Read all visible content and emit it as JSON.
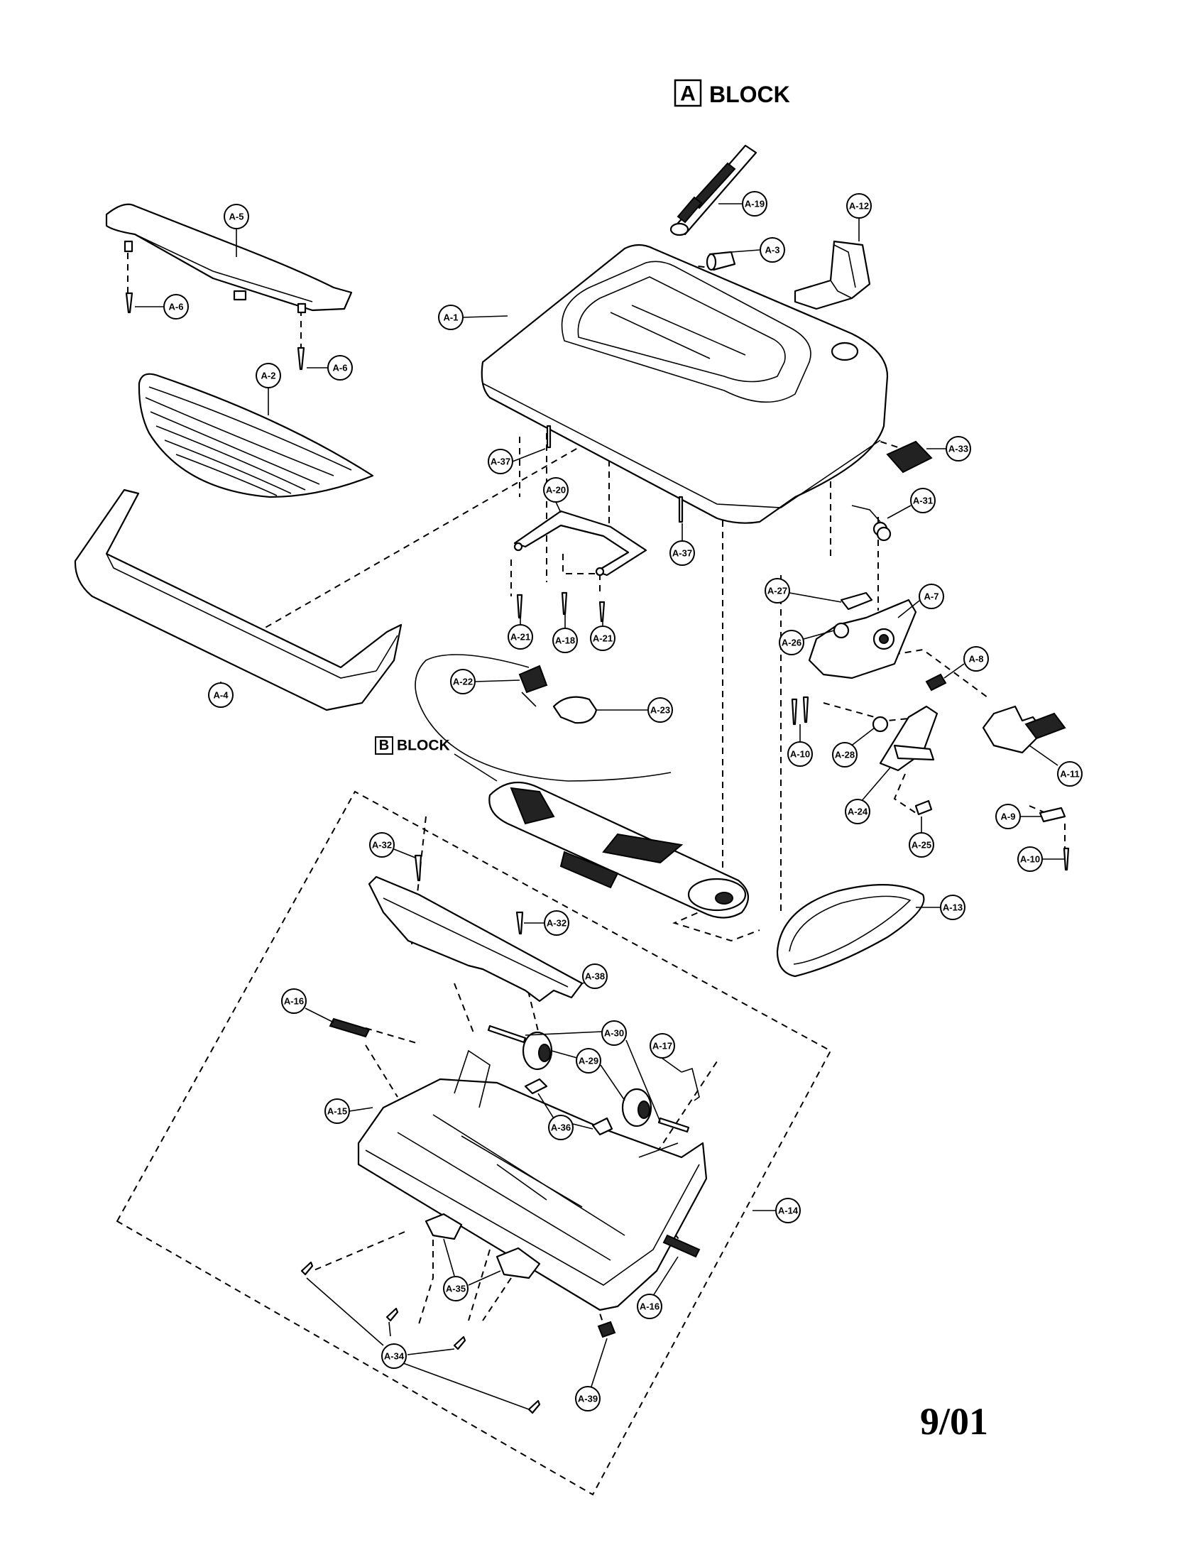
{
  "titles": {
    "a_block": {
      "letter": "A",
      "label": "BLOCK"
    },
    "b_block": {
      "letter": "B",
      "label": "BLOCK"
    }
  },
  "date_mark": "9/01",
  "callouts": {
    "a1": "A-1",
    "a2": "A-2",
    "a3": "A-3",
    "a4": "A-4",
    "a5": "A-5",
    "a6_left": "A-6",
    "a6_right": "A-6",
    "a7": "A-7",
    "a8": "A-8",
    "a9": "A-9",
    "a10_left": "A-10",
    "a10_right": "A-10",
    "a11": "A-11",
    "a12": "A-12",
    "a13": "A-13",
    "a14": "A-14",
    "a15": "A-15",
    "a16_left": "A-16",
    "a16_right": "A-16",
    "a17": "A-17",
    "a18": "A-18",
    "a19": "A-19",
    "a20": "A-20",
    "a21_left": "A-21",
    "a21_right": "A-21",
    "a22": "A-22",
    "a23": "A-23",
    "a24": "A-24",
    "a25": "A-25",
    "a26": "A-26",
    "a27": "A-27",
    "a28": "A-28",
    "a29": "A-29",
    "a30": "A-30",
    "a31": "A-31",
    "a32_top": "A-32",
    "a32_mid": "A-32",
    "a33": "A-33",
    "a34": "A-34",
    "a35": "A-35",
    "a36": "A-36",
    "a37_left": "A-37",
    "a37_right": "A-37",
    "a38": "A-38",
    "a39": "A-39"
  }
}
